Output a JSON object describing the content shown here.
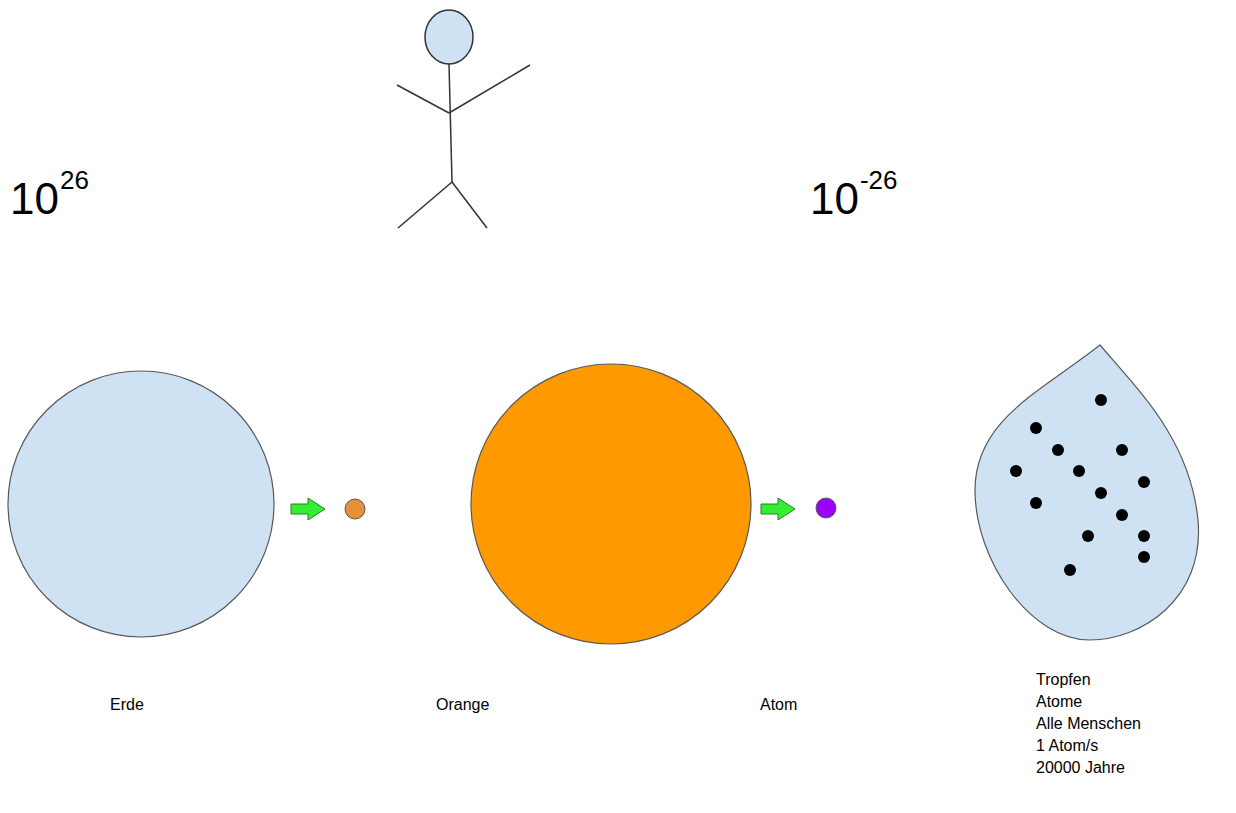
{
  "diagram": {
    "labels": [
      "10",
      "26",
      "10",
      "-26",
      "Erde",
      "Orange",
      "Atom",
      "Tropfen",
      "Atome",
      "Alle Menschen",
      "1 Atom/s",
      "20000 Jahre"
    ]
  }
}
